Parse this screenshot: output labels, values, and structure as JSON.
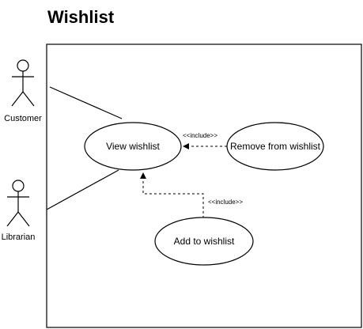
{
  "title": "Wishlist",
  "actors": {
    "customer": "Customer",
    "librarian": "Librarian"
  },
  "use_cases": {
    "view": "View wishlist",
    "remove": "Remove from wishlist",
    "add": "Add to wishlist"
  },
  "relations": {
    "remove_include": "<<include>>",
    "add_include": "<<include>>"
  }
}
